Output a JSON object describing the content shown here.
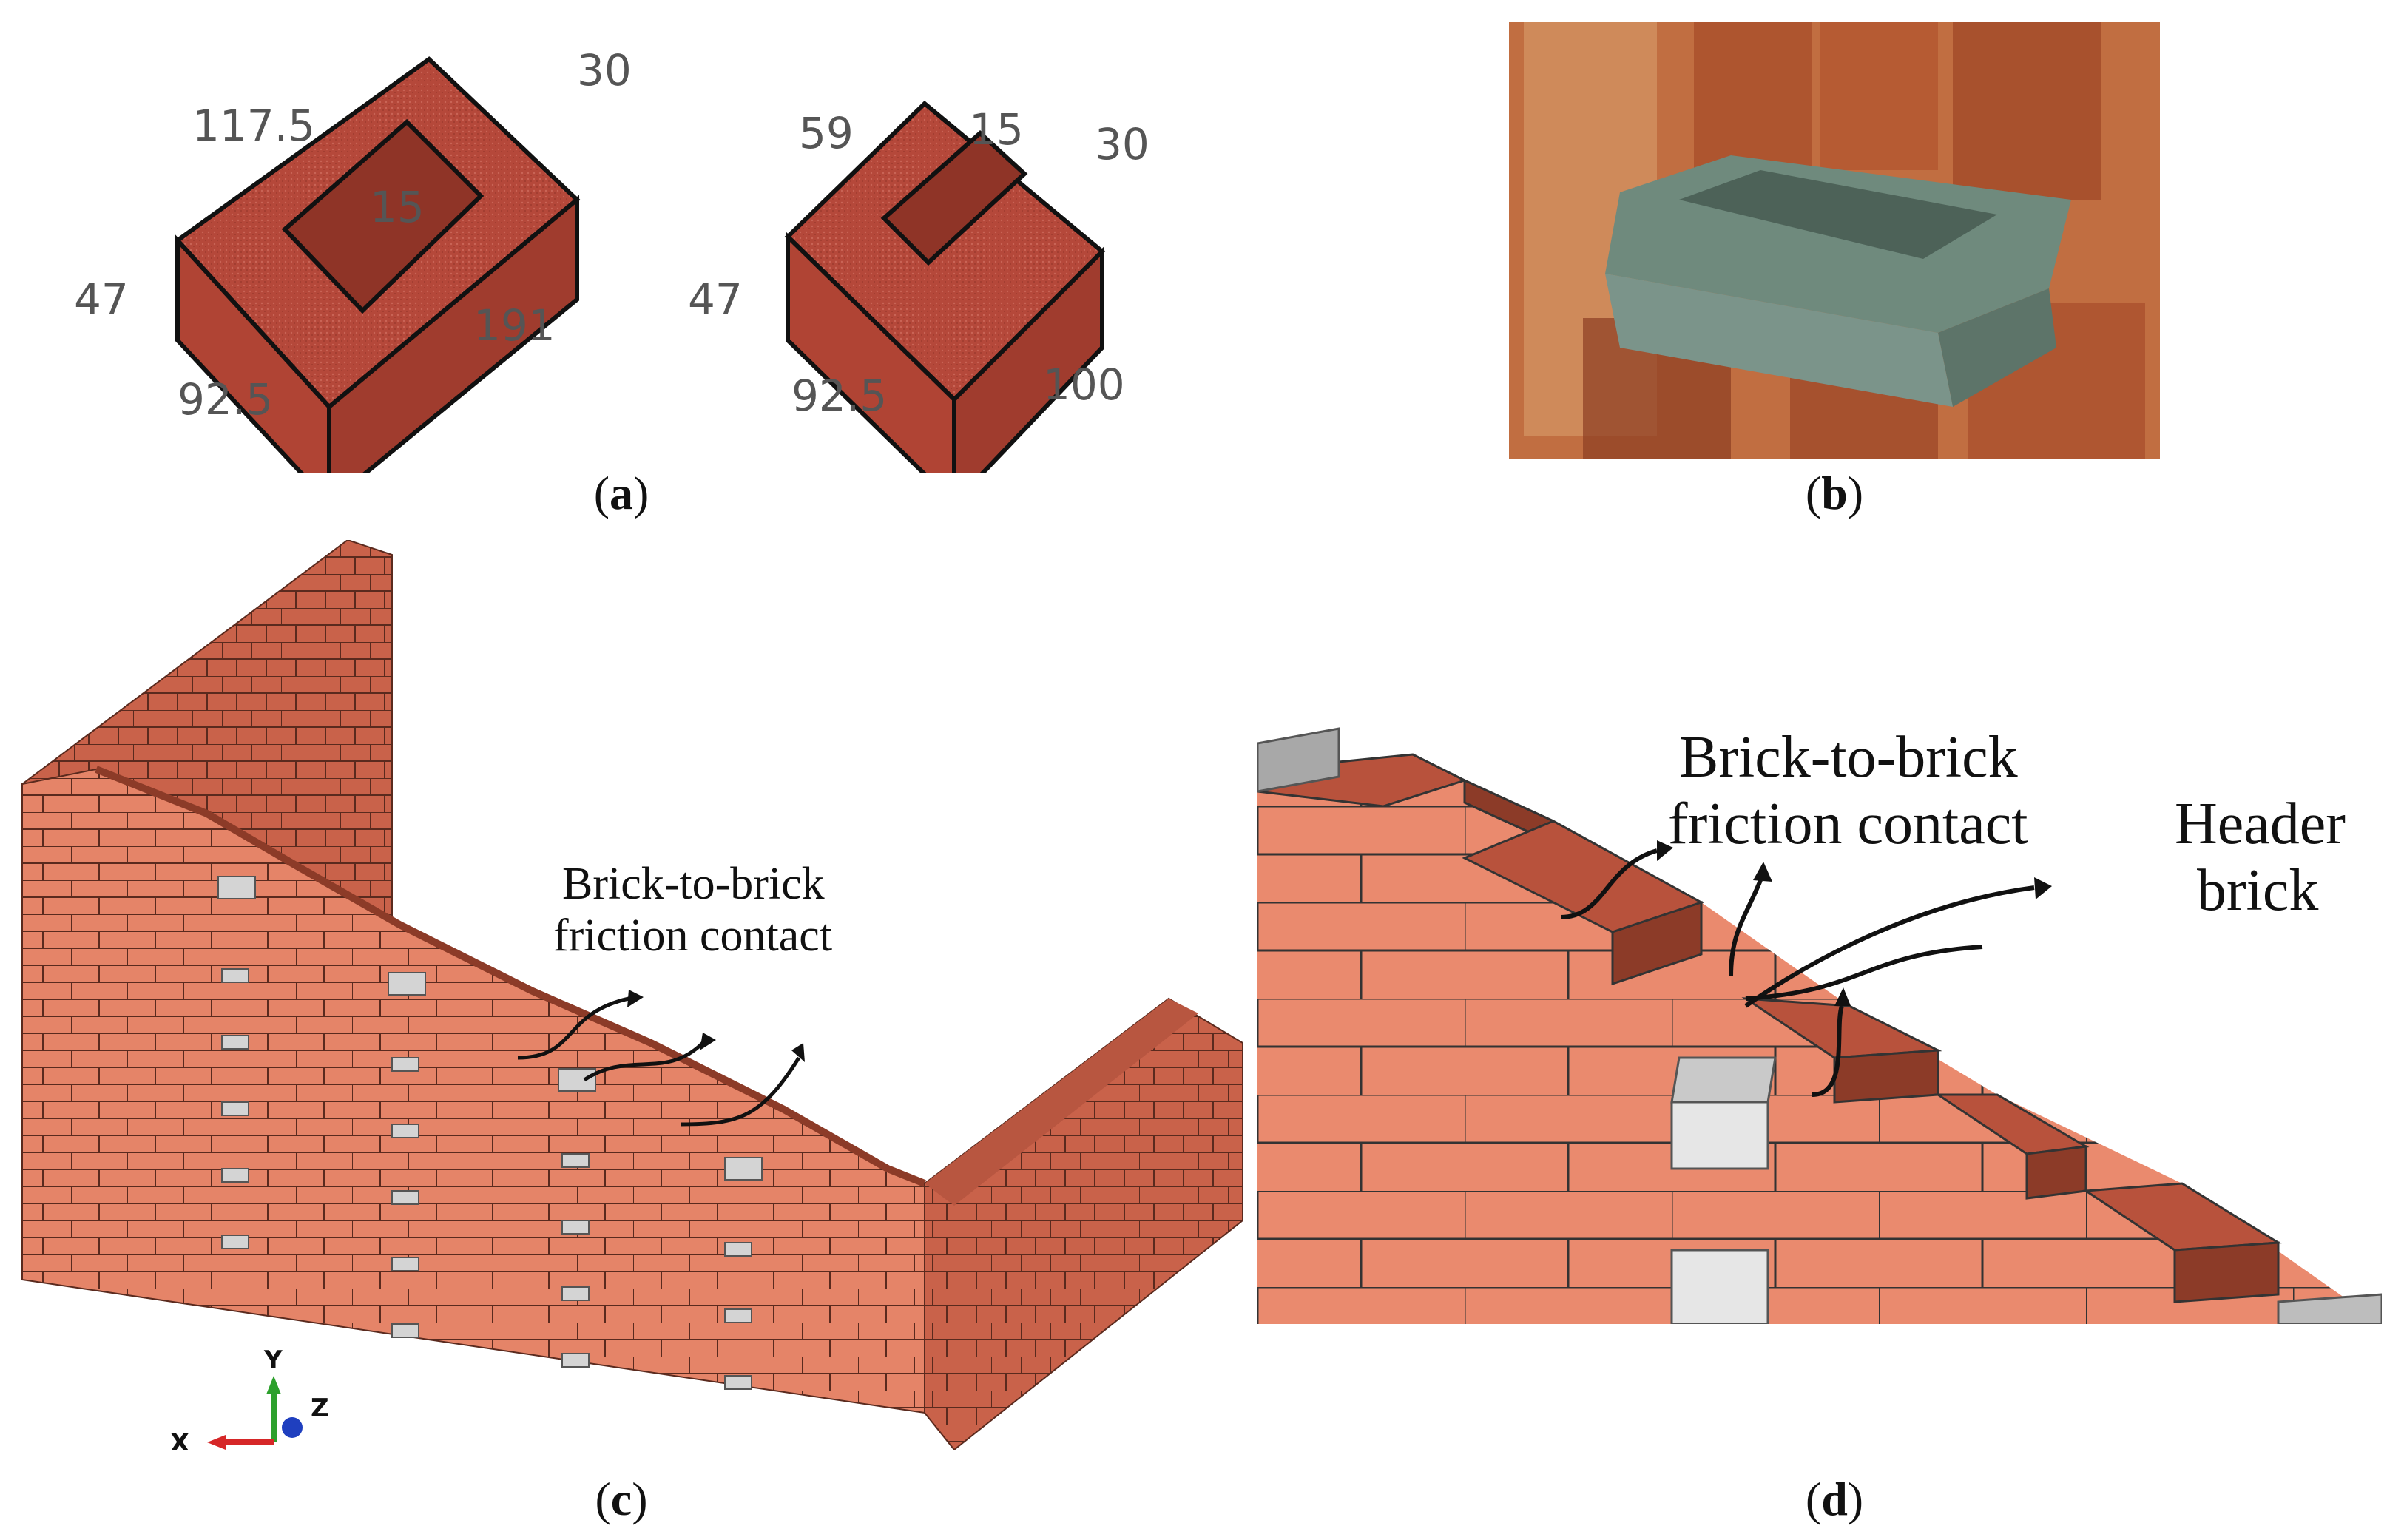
{
  "panel_a": {
    "caption_letter": "a",
    "brick_full": {
      "dim_length": "191",
      "dim_width": "92.5",
      "dim_height": "47",
      "dim_slot_length": "117.5",
      "dim_slot_edge": "30",
      "dim_slot_depth": "15"
    },
    "brick_half": {
      "dim_length": "100",
      "dim_width": "92.5",
      "dim_height": "47",
      "dim_slot_length": "59",
      "dim_slot_depth": "15",
      "dim_slot_edge": "30"
    }
  },
  "panel_b": {
    "caption_letter": "b"
  },
  "panel_c": {
    "caption_letter": "c",
    "annotation_line1": "Brick-to-brick",
    "annotation_line2": "friction contact",
    "axes": {
      "x": "X",
      "y": "Y",
      "z": "Z"
    }
  },
  "panel_d": {
    "caption_letter": "d",
    "annotation_line1": "Brick-to-brick",
    "annotation_line2": "friction contact",
    "header_line1": "Header",
    "header_line2": "brick"
  },
  "colors": {
    "brick_face": "#e8836a",
    "brick_top": "#c65a3f",
    "brick_side": "#8c3b28",
    "header": "#d9d9d9",
    "mortar_line": "#333333"
  }
}
